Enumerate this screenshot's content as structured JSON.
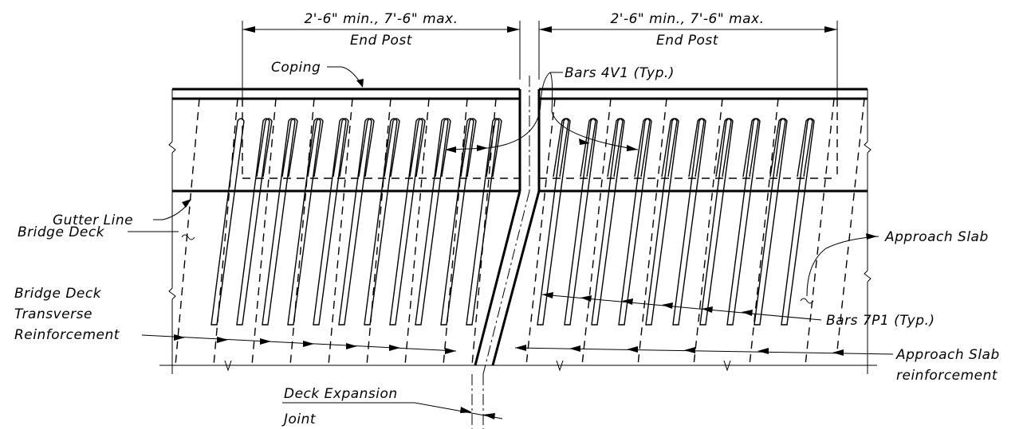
{
  "labels": {
    "dim_left_top": "2'-6\" min., 7'-6\" max.",
    "dim_left_bottom": "End Post",
    "dim_right_top": "2'-6\" min., 7'-6\" max.",
    "dim_right_bottom": "End Post",
    "coping": "Coping",
    "bars_4v1": "Bars 4V1 (Typ.)",
    "gutter_line": "Gutter Line",
    "bridge_deck": "Bridge Deck",
    "approach_slab": "Approach Slab",
    "bdtr_line1": "Bridge Deck",
    "bdtr_line2": "Transverse",
    "bdtr_line3": "Reinforcement",
    "bars_7p1": "Bars 7P1 (Typ.)",
    "asr_line1": "Approach Slab",
    "asr_line2": "reinforcement",
    "dej_line1": "Deck Expansion",
    "dej_line2": "Joint"
  }
}
